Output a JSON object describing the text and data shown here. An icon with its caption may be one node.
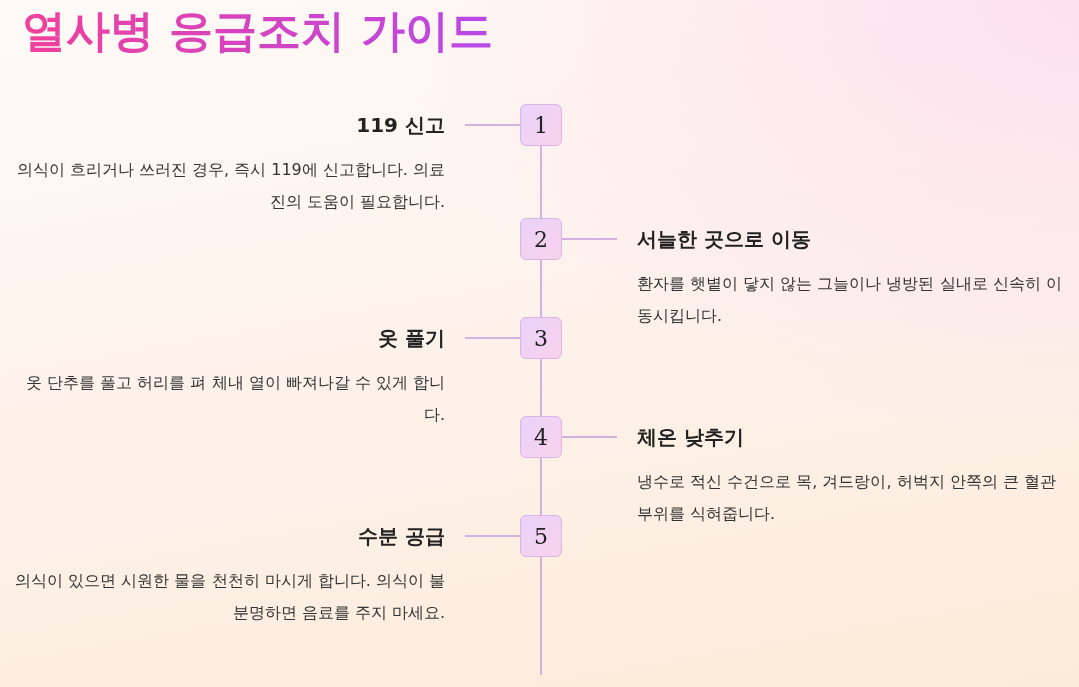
{
  "diagram": {
    "title": "열사병 응급조치 가이드",
    "nodes": [
      {
        "text": [
          "1"
        ]
      },
      {
        "text": [
          "119 신고",
          "의식이 흐리거나 쓰러진 경우, 즉시 119에 신고합니다. 의료진의 도움이 필요합니다."
        ]
      },
      {
        "text": [
          "2"
        ]
      },
      {
        "text": [
          "서늘한 곳으로 이동",
          "환자를 햇볕이 닿지 않는 그늘이나 냉방된 실내로 신속히 이동시킵니다."
        ]
      },
      {
        "text": [
          "3"
        ]
      },
      {
        "text": [
          "옷 풀기",
          "옷 단추를 풀고 허리를 펴 체내 열이 빠져나갈 수 있게 합니다."
        ]
      },
      {
        "text": [
          "4"
        ]
      },
      {
        "text": [
          "체온 낮추기",
          "냉수로 적신 수건으로 목, 겨드랑이, 허벅지 안쪽의 큰 혈관 부위를 식혀줍니다."
        ]
      },
      {
        "text": [
          "5"
        ]
      },
      {
        "text": [
          "수분 공급",
          "의식이 있으면 시원한 물을 천천히 마시게 합니다. 의식이 불분명하면 음료를 주지 마세요."
        ]
      }
    ],
    "edges": [
      {
        "from": 0,
        "to": 1,
        "arrow": "none"
      },
      {
        "from": 0,
        "to": 2,
        "arrow": "none"
      },
      {
        "from": 2,
        "to": 3,
        "arrow": "none"
      },
      {
        "from": 2,
        "to": 4,
        "arrow": "none"
      },
      {
        "from": 4,
        "to": 5,
        "arrow": "none"
      },
      {
        "from": 4,
        "to": 6,
        "arrow": "none"
      },
      {
        "from": 6,
        "to": 7,
        "arrow": "none"
      },
      {
        "from": 6,
        "to": 8,
        "arrow": "none"
      },
      {
        "from": 8,
        "to": 9,
        "arrow": "none"
      },
      {
        "from": 8,
        "to": null,
        "arrow": "none"
      }
    ]
  }
}
